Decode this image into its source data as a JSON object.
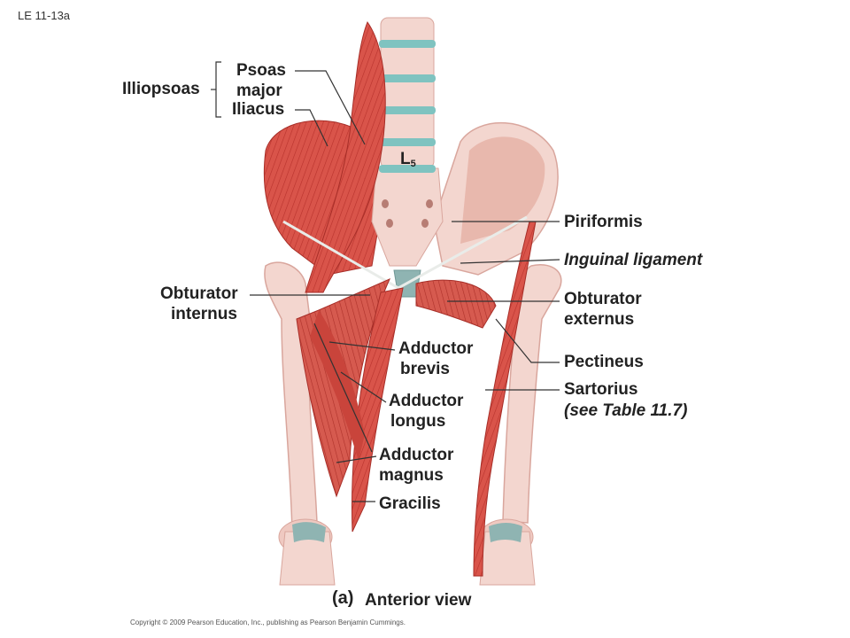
{
  "figure_id": "LE 11-13a",
  "labels": {
    "psoas_major": "Psoas major",
    "iliacus": "Iliacus",
    "illiopsoas": "Illiopsoas",
    "l5": "L",
    "l5_sub": "5",
    "piriformis": "Piriformis",
    "inguinal_ligament": "Inguinal ligament",
    "obturator_externus_1": "Obturator",
    "obturator_externus_2": "externus",
    "obturator_internus_1": "Obturator",
    "obturator_internus_2": "internus",
    "pectineus": "Pectineus",
    "sartorius_1": "Sartorius",
    "sartorius_2": "(see Table 11.7)",
    "adductor_brevis_1": "Adductor",
    "adductor_brevis_2": "brevis",
    "adductor_longus_1": "Adductor",
    "adductor_longus_2": "longus",
    "adductor_magnus_1": "Adductor",
    "adductor_magnus_2": "magnus",
    "gracilis": "Gracilis"
  },
  "caption": {
    "letter": "(a)",
    "text": "Anterior view"
  },
  "copyright": "Copyright © 2009 Pearson Education, Inc., publishing as Pearson Benjamin Cummings.",
  "colors": {
    "muscle": "#d9544a",
    "muscle_dark": "#b8322c",
    "bone": "#f3d6cf",
    "bone_shade": "#e2b0a8",
    "disc": "#7fc3c0",
    "cartilage": "#8fb4b2"
  }
}
